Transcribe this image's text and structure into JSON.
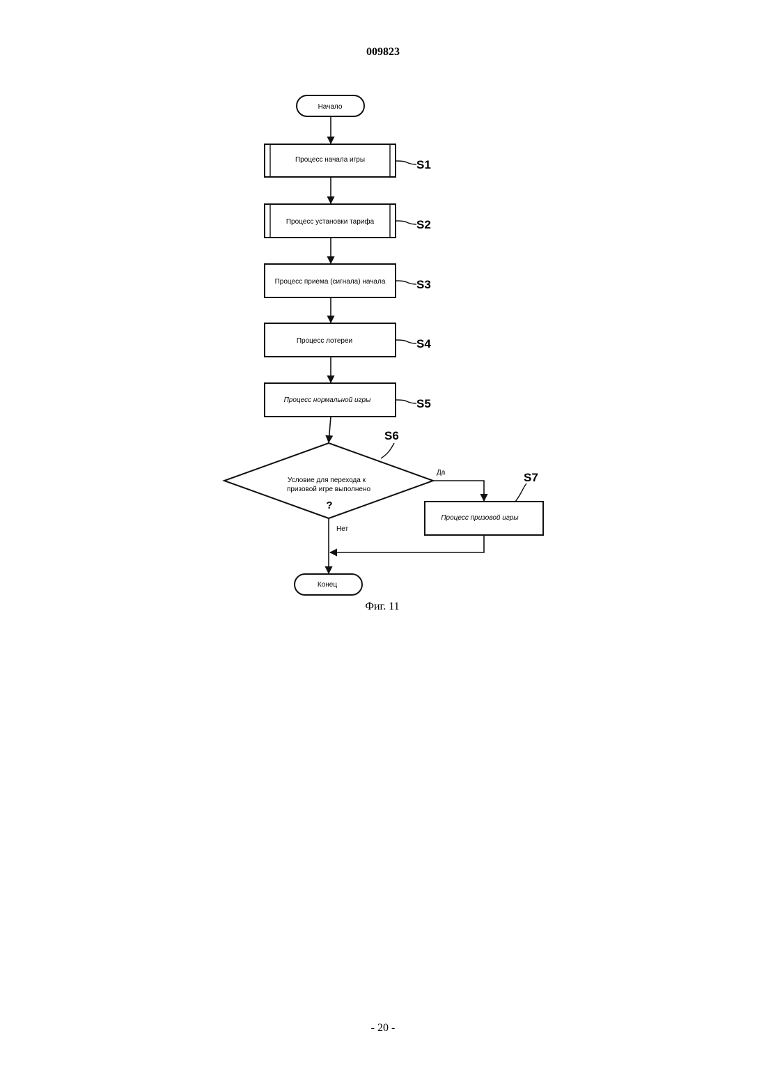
{
  "header": {
    "doc_number": "009823"
  },
  "flowchart": {
    "start": "Начало",
    "end": "Конец",
    "steps": [
      {
        "id": "S1",
        "label": "Процесс начала игры"
      },
      {
        "id": "S2",
        "label": "Процесс установки тарифа"
      },
      {
        "id": "S3",
        "label": "Процесс приема (сигнала) начала"
      },
      {
        "id": "S4",
        "label": "Процесс лотереи"
      },
      {
        "id": "S5",
        "label": "Процесс нормальной игры"
      }
    ],
    "decision": {
      "id": "S6",
      "line1": "Условие для перехода к",
      "line2": "призовой игре выполнено",
      "question": "?",
      "yes": "Да",
      "no": "Нет"
    },
    "prize_step": {
      "id": "S7",
      "label": "Процесс призовой игры"
    }
  },
  "caption": "Фиг. 11",
  "footer": {
    "page_number": "- 20 -"
  }
}
